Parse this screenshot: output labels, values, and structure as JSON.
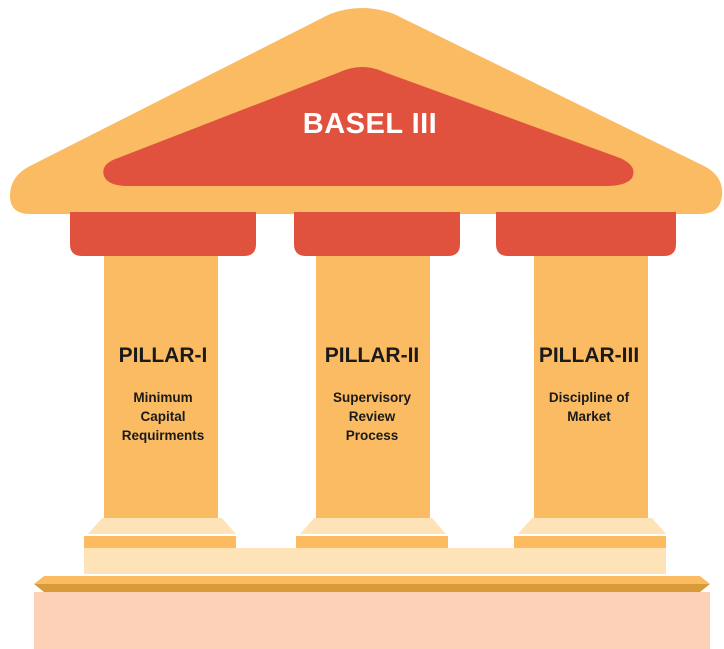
{
  "title": "BASEL III",
  "pillars": [
    {
      "name": "PILLAR-I",
      "description": "Minimum\nCapital\nRequirments"
    },
    {
      "name": "PILLAR-II",
      "description": "Supervisory\nReview\nProcess"
    },
    {
      "name": "PILLAR-III",
      "description": "Discipline of\nMarket"
    }
  ],
  "colors": {
    "roof": "#fbbb62",
    "accent_red": "#e0523d",
    "column": "#fbbb62",
    "base_light": "#fce3b5",
    "step_orange": "#fcbb5e",
    "ground": "#fdd0b8",
    "ground_edge": "#d99a3a"
  }
}
